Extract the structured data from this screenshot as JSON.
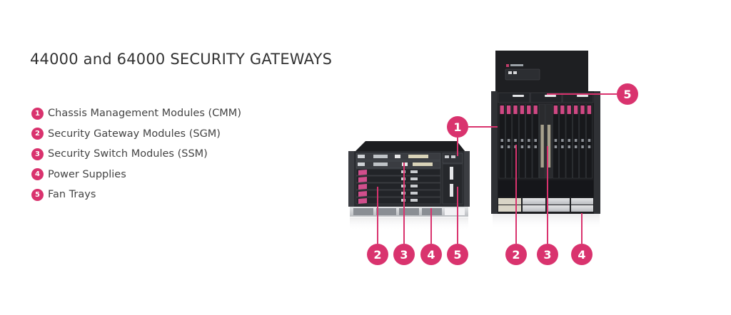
{
  "title": "44000 and 64000 SECURITY GATEWAYS",
  "accent_color": "#d9336e",
  "legend": [
    {
      "num": "1",
      "label": "Chassis Management Modules (CMM)"
    },
    {
      "num": "2",
      "label": "Security Gateway Modules (SGM)"
    },
    {
      "num": "3",
      "label": "Security Switch Modules (SSM)"
    },
    {
      "num": "4",
      "label": "Power Supplies"
    },
    {
      "num": "5",
      "label": "Fan Trays"
    }
  ],
  "chassis_44000": {
    "callouts": [
      "2",
      "3",
      "4",
      "5"
    ]
  },
  "chassis_64000": {
    "callouts_top": [
      "5",
      "1"
    ],
    "callouts_bottom": [
      "2",
      "3",
      "4"
    ]
  }
}
